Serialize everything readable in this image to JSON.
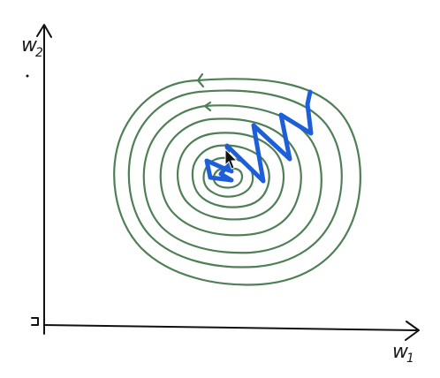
{
  "labels": {
    "y_axis": "w",
    "y_axis_sub": "2",
    "x_axis": "w",
    "x_axis_sub": "1"
  },
  "colors": {
    "contour": "#4f7f56",
    "path": "#1d5fd8",
    "axes": "#111111"
  },
  "icons": {
    "cursor": "mouse-pointer-icon"
  }
}
